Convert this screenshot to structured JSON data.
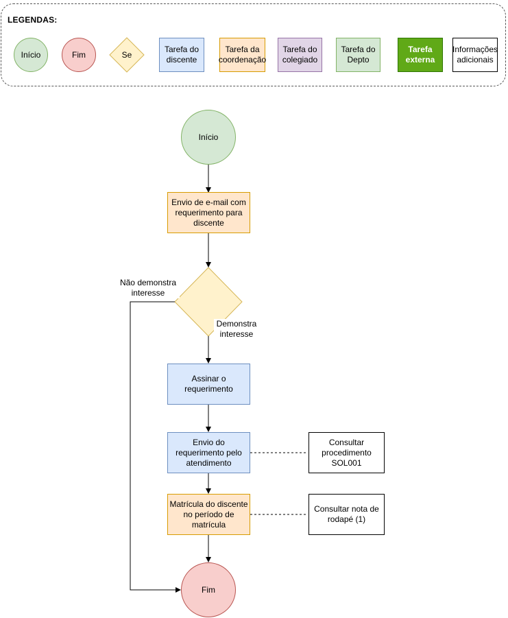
{
  "legend": {
    "title": "LEGENDAS:",
    "items": {
      "start": "Início",
      "end": "Fim",
      "decision": "Se",
      "student_task": "Tarefa do discente",
      "coord_task": "Tarefa da coordenação",
      "colleg_task": "Tarefa do colegiado",
      "dept_task": "Tarefa do Depto",
      "external_task": "Tarefa externa",
      "info": "Informações adicionais"
    }
  },
  "flow": {
    "start": "Início",
    "send_email": "Envio de e-mail com requerimento para discente",
    "decision": "",
    "no_interest": "Não demonstra interesse",
    "interest": "Demonstra interesse",
    "sign": "Assinar o requerimento",
    "send_request": "Envio do requerimento pelo atendimento",
    "enrollment": "Matrícula do discente no período de matrícula",
    "end": "Fim",
    "note_sol001": "Consultar procedimento SOL001",
    "note_footnote": "Consultar nota de rodapé (1)"
  },
  "colors": {
    "start_fill": "#d5e8d4",
    "end_fill": "#f8cecc",
    "decision_fill": "#fff2cc",
    "student_fill": "#dae8fc",
    "coord_fill": "#ffe6cc",
    "colleg_fill": "#e1d5e7",
    "external_fill": "#60a917"
  }
}
